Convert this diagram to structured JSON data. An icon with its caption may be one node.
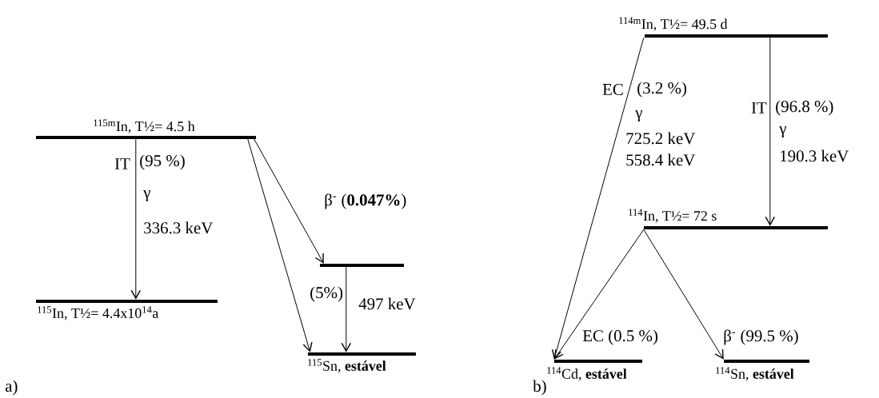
{
  "diagram": {
    "nodes": [
      {
        "text": [
          "$^{115m}$In, T½= 4.5 h"
        ]
      },
      {
        "text": [
          "$^{115}$In, T½= 4.4x10$^{14}$a"
        ]
      },
      {
        "text": [],
        "shape": "bar"
      },
      {
        "text": [
          "$^{115}$Sn, **estável**"
        ]
      },
      {
        "text": [
          "$^{114m}$In, T½= 49.5 d"
        ]
      },
      {
        "text": [
          "$^{114}$In, T½= 72 s"
        ]
      },
      {
        "text": [
          "$^{114}$Cd, **estável**"
        ]
      },
      {
        "text": [
          "$^{114}$Sn, **estável**"
        ]
      }
    ],
    "edges": [
      {
        "from": 0,
        "to": 1,
        "arrow": "to"
      },
      {
        "from": 0,
        "to": 2,
        "arrow": "to",
        "label": "β$^{-}$ (**0.047%**)"
      },
      {
        "from": 0,
        "to": 3,
        "arrow": "to",
        "label": "(5%)"
      },
      {
        "from": 2,
        "to": 3,
        "arrow": "to",
        "label": "497 keV"
      },
      {
        "from": 4,
        "to": 6,
        "arrow": "to"
      },
      {
        "from": 4,
        "to": 5,
        "arrow": "to"
      },
      {
        "from": 5,
        "to": 6,
        "arrow": "to",
        "label": "EC (0.5 %)"
      },
      {
        "from": 5,
        "to": 7,
        "arrow": "to",
        "label": "β$^{-}$ (99.5 %)"
      }
    ],
    "labels": [
      "a)",
      "IT",
      "(95 %)",
      "γ",
      "336.3 keV",
      "b)",
      "EC",
      "(3.2 %)",
      "γ",
      "725.2 keV",
      "558.4 keV",
      "IT",
      "(96.8 %)",
      "γ",
      "190.3 keV"
    ]
  }
}
